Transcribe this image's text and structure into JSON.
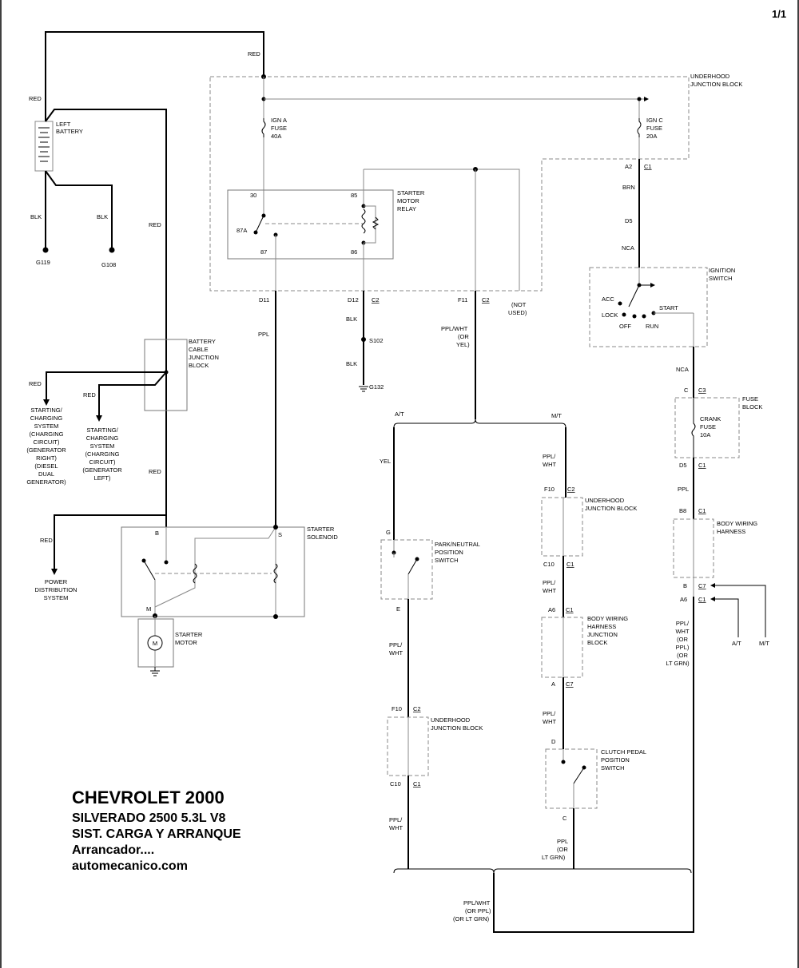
{
  "page_number": "1/1",
  "title": {
    "line1": "CHEVROLET 2000",
    "line2": "SILVERADO 2500  5.3L  V8",
    "line3": "SIST. CARGA Y ARRANQUE",
    "line4": "Arrancador....",
    "line5": "automecanico.com"
  },
  "labels": {
    "red_top": "RED",
    "red_batt": "RED",
    "red_down": "RED",
    "red_mid": "RED",
    "red_left1": "RED",
    "red_left2": "RED",
    "red_pds": "RED",
    "blk1": "BLK",
    "blk2": "BLK",
    "blk3": "BLK",
    "blk4": "BLK",
    "ppl_d11": "PPL",
    "left_battery": [
      "LEFT",
      "BATTERY"
    ],
    "g119": "G119",
    "g108": "G108",
    "g132": "G132",
    "s102": "S102",
    "underhood_jb": [
      "UNDERHOOD",
      "JUNCTION BLOCK"
    ],
    "ign_a_fuse": [
      "IGN A",
      "FUSE",
      "40A"
    ],
    "ign_c_fuse": [
      "IGN C",
      "FUSE",
      "20A"
    ],
    "starter_relay": [
      "STARTER",
      "MOTOR",
      "RELAY"
    ],
    "relay_pins": {
      "p30": "30",
      "p87a": "87A",
      "p87": "87",
      "p85": "85",
      "p86": "86"
    },
    "d11": "D11",
    "d12": "D12",
    "c2_a": "C2",
    "f11": "F11",
    "c2_b": "C2",
    "not_used": [
      "(NOT",
      "USED)"
    ],
    "a2": "A2",
    "c1_a": "C1",
    "brn": "BRN",
    "d5_a": "D5",
    "nca_a": "NCA",
    "ignition_switch": [
      "IGNITION",
      "SWITCH"
    ],
    "acc": "ACC",
    "lock": "LOCK",
    "off": "OFF",
    "run": "RUN",
    "start": "START",
    "nca_b": "NCA",
    "c_fb": "C",
    "c3": "C3",
    "fuse_block": [
      "FUSE",
      "BLOCK"
    ],
    "crank_fuse": [
      "CRANK",
      "FUSE",
      "10A"
    ],
    "d5_b": "D5",
    "c1_b": "C1",
    "ppl_b": "PPL",
    "b8": "B8",
    "c1_c": "C1",
    "body_harness": [
      "BODY WIRING",
      "HARNESS"
    ],
    "b_c7": "B",
    "c7_a": "C7",
    "a6_a": "A6",
    "c1_d": "C1",
    "ppl_wht_alt": [
      "PPL/",
      "WHT",
      "(OR",
      "PPL)",
      "(OR",
      "LT GRN)"
    ],
    "at_arrow": "A/T",
    "mt_arrow": "M/T",
    "battery_cable_jb": [
      "BATTERY",
      "CABLE",
      "JUNCTION",
      "BLOCK"
    ],
    "charging_right": [
      "STARTING/",
      "CHARGING",
      "SYSTEM",
      "(CHARGING",
      "CIRCUIT)",
      "(GENERATOR",
      "RIGHT)",
      "(DIESEL",
      "DUAL",
      "GENERATOR)"
    ],
    "charging_left": [
      "STARTING/",
      "CHARGING",
      "SYSTEM",
      "(CHARGING",
      "CIRCUIT)",
      "(GENERATOR",
      "LEFT)"
    ],
    "starter_solenoid": [
      "STARTER",
      "SOLENOID"
    ],
    "sol_b": "B",
    "sol_s": "S",
    "sol_m": "M",
    "starter_motor": [
      "STARTER",
      "MOTOR"
    ],
    "motor_m": "M",
    "power_dist": [
      "POWER",
      "DISTRIBUTION",
      "SYSTEM"
    ],
    "ppl_wht_or_yel": [
      "PPL/WHT",
      "(OR",
      "YEL)"
    ],
    "at_top": "A/T",
    "mt_top": "M/T",
    "yel": "YEL",
    "g_pin": "G",
    "park_neutral": [
      "PARK/NEUTRAL",
      "POSITION",
      "SWITCH"
    ],
    "e_pin": "E",
    "ppl_wht_1": [
      "PPL/",
      "WHT"
    ],
    "f10_a": "F10",
    "c2_c": "C2",
    "uhjb_a": [
      "UNDERHOOD",
      "JUNCTION BLOCK"
    ],
    "c10_a": "C10",
    "c1_e": "C1",
    "ppl_wht_2": [
      "PPL/",
      "WHT"
    ],
    "ppl_wht_3": [
      "PPL/",
      "WHT"
    ],
    "f10_b": "F10",
    "c2_d": "C2",
    "uhjb_b": [
      "UNDERHOOD",
      "JUNCTION BLOCK"
    ],
    "c10_b": "C10",
    "c1_f": "C1",
    "ppl_wht_4": [
      "PPL/",
      "WHT"
    ],
    "a6_b": "A6",
    "c1_g": "C1",
    "bwhjb": [
      "BODY WIRING",
      "HARNESS",
      "JUNCTION",
      "BLOCK"
    ],
    "a_c7": "A",
    "c7_b": "C7",
    "ppl_wht_5": [
      "PPL/",
      "WHT"
    ],
    "d_pin": "D",
    "clutch_switch": [
      "CLUTCH PEDAL",
      "POSITION",
      "SWITCH"
    ],
    "c_pin": "C",
    "ppl_or_ltgrn": [
      "PPL",
      "(OR",
      "LT GRN)"
    ],
    "bottom_wire": [
      "PPL/WHT",
      "(OR PPL)",
      "(OR LT GRN)"
    ]
  }
}
